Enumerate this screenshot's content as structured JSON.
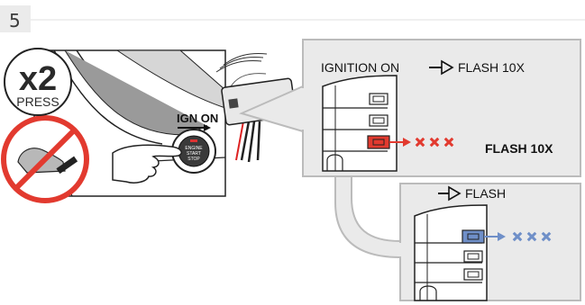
{
  "step": {
    "number": "5"
  },
  "badge": {
    "count": "x2",
    "label": "PRESS"
  },
  "car_view": {
    "ign_label": "IGN ON",
    "button_text": [
      "ENGINE",
      "START",
      "STOP"
    ]
  },
  "panel_main": {
    "heading_left": "IGNITION ON",
    "heading_right": "FLASH 10X",
    "flash_label": "FLASH 10X",
    "highlight_color": "#e23a2f"
  },
  "panel_secondary": {
    "heading": "FLASH",
    "highlight_color": "#6f8fc8"
  },
  "icons": [
    "double-press-badge-icon",
    "no-brake-pedal-icon",
    "start-stop-button-icon",
    "hand-icon",
    "module-icon",
    "led-flash-icon",
    "arrow-right-icon"
  ]
}
